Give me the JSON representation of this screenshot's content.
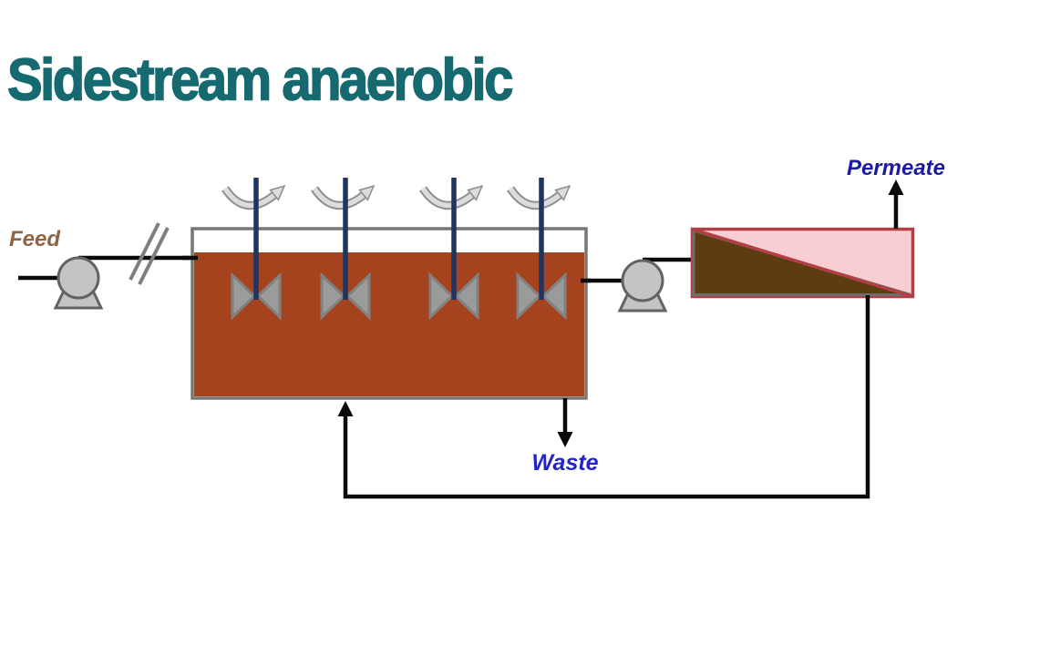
{
  "slide": {
    "title": "Sidestream anaerobic"
  },
  "labels": {
    "feed": "Feed",
    "permeate": "Permeate",
    "waste": "Waste"
  },
  "diagram": {
    "type": "process-flow-diagram",
    "mixer_count": 4,
    "pump_count": 2,
    "components": [
      "feed-pump",
      "pipe-break-symbol",
      "stirred-anaerobic-tank",
      "mixers-with-rotation-arrows",
      "recirculation-pump",
      "crossflow-membrane-module",
      "permeate-arrow",
      "waste-arrow",
      "recycle-loop"
    ]
  },
  "colors": {
    "title-color": "#16696F",
    "feed-label-color": "#8F6445",
    "permeate-label-color": "#1C1C9C",
    "waste-label-color": "#2424CB",
    "pipe-color": "#0A0A0A",
    "break-color": "#7F7F7F",
    "tank-wall-color": "#767676",
    "tank-liquid-color": "#A5431E",
    "mixer-shaft-color": "#1E3560",
    "impeller-fill": "#9B9B9B",
    "impeller-stroke": "#818181",
    "stir-arrow-fill": "#DCDCDC",
    "stir-arrow-stroke": "#8F8F8F",
    "pump-fill": "#C4C4C4",
    "pump-stroke": "#636363",
    "membrane-fill": "#F8CED3",
    "membrane-border": "#B23E46",
    "membrane-solids": "#5E3C12",
    "membrane-solids-stroke": "#6E6E6E",
    "page-bg": "#FFFFFF"
  }
}
